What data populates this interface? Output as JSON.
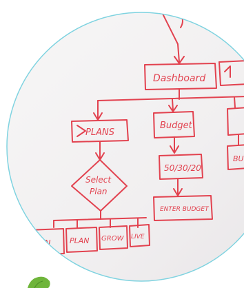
{
  "diagram": {
    "colors": {
      "ink": "#e2424f",
      "board": "#f4f2f3",
      "ring": "#7fd3e0",
      "leaf": "#6fb53b"
    },
    "nodes": {
      "dashboard": "Dashboard",
      "plans": "PLANS",
      "budget": "Budget",
      "select_plan_line1": "Select",
      "select_plan_line2": "Plan",
      "ratio": "50/30/20",
      "enter_budget": "ENTER BUDGET",
      "partial_right": "BU",
      "leaf_1": "ARN",
      "leaf_2": "PLAN",
      "leaf_3": "GROW",
      "leaf_4": "LIVE"
    }
  }
}
